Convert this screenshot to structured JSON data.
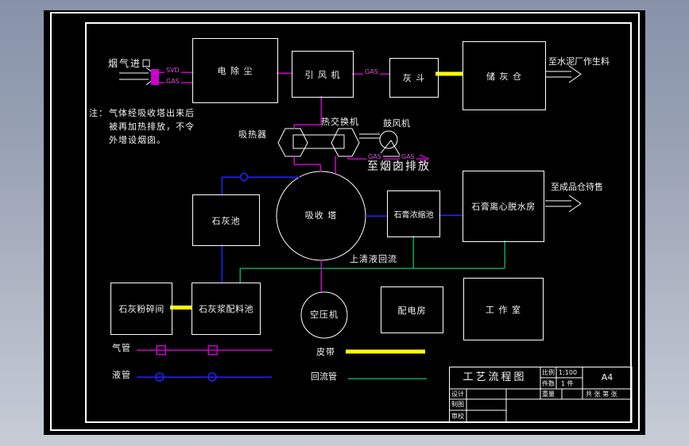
{
  "colors": {
    "gas_pipe": "#cc00cc",
    "liquid_pipe": "#2222ff",
    "return_pipe": "#00a862",
    "belt": "#ffff00",
    "drawing_line": "#ffffff",
    "background_top": "#8792a9",
    "background_bottom": "#c7ccd6"
  },
  "equipment": {
    "esp": "电 除 尘",
    "id_fan": "引 风 机",
    "ash_hopper": "灰 斗",
    "ash_silo": "储 灰 仓",
    "heat_absorber": "吸热器",
    "heat_exchanger": "热交换机",
    "blower": "鼓风机",
    "absorber_tower": "吸收 塔",
    "lime_pool": "石灰池",
    "gypsum_thickener": "石膏浓缩池",
    "gypsum_dewatering": "石膏离心脱水房",
    "lime_crushing_room": "石灰粉碎间",
    "lime_slurry_pool": "石灰浆配料池",
    "air_compressor": "空压机",
    "power_room": "配电房",
    "workroom": "工 作 室"
  },
  "labels": {
    "flue_gas_inlet": "烟气进口",
    "svd": "SVD",
    "gas": "GAS",
    "to_cement_plant": "至水泥厂作生料",
    "to_stack": "至烟囱排放",
    "to_product_silo": "至成品仓待售",
    "supernatant_return": "上清液回流"
  },
  "note": {
    "prefix": "注：",
    "line1": "气体经吸收塔出来后",
    "line2": "被再加热排放，不令",
    "line3": "外增设烟囱。"
  },
  "legend": {
    "gas_pipe": "气管",
    "liquid_pipe": "液管",
    "belt": "皮带",
    "return_pipe": "回流管"
  },
  "title_block": {
    "drawing_title": "工艺流程图",
    "scale_label": "比例",
    "scale_value": "1:100",
    "quantity_label": "件数",
    "quantity_value": "1 件",
    "sheet_size": "A4",
    "weight_label": "重量",
    "sheet_count_label": "共 张  第 张",
    "designer_label": "设计",
    "drafter_label": "制图",
    "reviewer_label": "审校"
  }
}
